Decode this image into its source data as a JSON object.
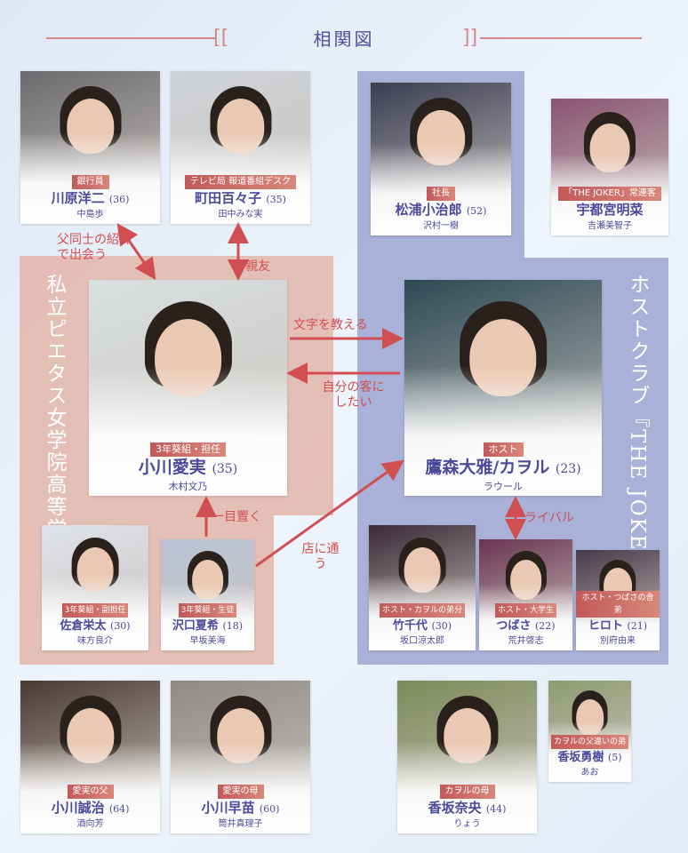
{
  "header": {
    "title": "相関図",
    "bracket_left": "[[",
    "bracket_right": "]]"
  },
  "groups": {
    "school": "私立ピエタス女学院高等学校",
    "club": "ホストクラブ『THE JOKER』"
  },
  "cards": [
    {
      "id": "kawahara",
      "role": "銀行員",
      "name": "川原洋二",
      "age": "(36)",
      "actor": "中島歩",
      "bg": "#6b6a6e"
    },
    {
      "id": "machida",
      "role": "テレビ局 報道番組デスク",
      "name": "町田百々子",
      "age": "(35)",
      "actor": "田中みな実",
      "bg": "#cfd3d8"
    },
    {
      "id": "matsuura",
      "role": "社長",
      "name": "松浦小治郎",
      "age": "(52)",
      "actor": "沢村一樹",
      "bg": "#3b3d52"
    },
    {
      "id": "utsunomiya",
      "role": "「THE JOKER」常連客",
      "name": "宇都宮明菜",
      "age": "",
      "actor": "吉瀬美智子",
      "bg": "#8a5470"
    },
    {
      "id": "ogawa",
      "role": "3年葵組・担任",
      "name": "小川愛実",
      "age": "(35)",
      "actor": "木村文乃",
      "bg": "#d9dfe0",
      "big": true
    },
    {
      "id": "takamori",
      "role": "ホスト",
      "name": "鷹森大雅/カヲル",
      "age": "(23)",
      "actor": "ラウール",
      "bg": "#2d4a55",
      "big": true
    },
    {
      "id": "sakura",
      "role": "3年葵組・副担任",
      "name": "佐倉栄太",
      "age": "(30)",
      "actor": "味方良介",
      "bg": "#dfe3ea",
      "sm": true
    },
    {
      "id": "sawaguchi",
      "role": "3年葵組・生徒",
      "name": "沢口夏希",
      "age": "(18)",
      "actor": "早坂美海",
      "bg": "#b9c3d6",
      "sm": true
    },
    {
      "id": "takechiyo",
      "role": "ホスト・カヲルの弟分",
      "name": "竹千代",
      "age": "(30)",
      "actor": "坂口涼太郎",
      "bg": "#3a2a35",
      "sm": true
    },
    {
      "id": "tsubasa",
      "role": "ホスト・大学生",
      "name": "つばさ",
      "age": "(22)",
      "actor": "荒井啓志",
      "bg": "#6a3450",
      "sm": true
    },
    {
      "id": "hiroto",
      "role": "ホスト・つばさの舎弟",
      "name": "ヒロト",
      "age": "(21)",
      "actor": "別府由来",
      "bg": "#463a48",
      "sm": true
    },
    {
      "id": "seiji",
      "role": "愛実の父",
      "name": "小川誠治",
      "age": "(64)",
      "actor": "酒向芳",
      "bg": "#4a3b33"
    },
    {
      "id": "sanae",
      "role": "愛実の母",
      "name": "小川早苗",
      "age": "(60)",
      "actor": "筒井真理子",
      "bg": "#8e8a85"
    },
    {
      "id": "nao",
      "role": "カヲルの母",
      "name": "香坂奈央",
      "age": "(44)",
      "actor": "りょう",
      "bg": "#7d8a5a"
    },
    {
      "id": "yuki",
      "role": "カヲルの父違いの弟",
      "name": "香坂勇樹",
      "age": "(5)",
      "actor": "あお",
      "bg": "#8e9a70",
      "sm": true
    }
  ],
  "relations": {
    "fathers_intro": "父同士の紹介で出会う",
    "best_friend": "親友",
    "teach_letters": "文字を教える",
    "make_customer": "自分の客にしたい",
    "respect": "一目置く",
    "visits_store": "店に通う",
    "rival": "ライバル"
  },
  "colors": {
    "accent": "#d14f52",
    "name": "#4b4a9c",
    "pink_panel": "#e4bcb2",
    "blue_panel": "#a9b1d8"
  }
}
